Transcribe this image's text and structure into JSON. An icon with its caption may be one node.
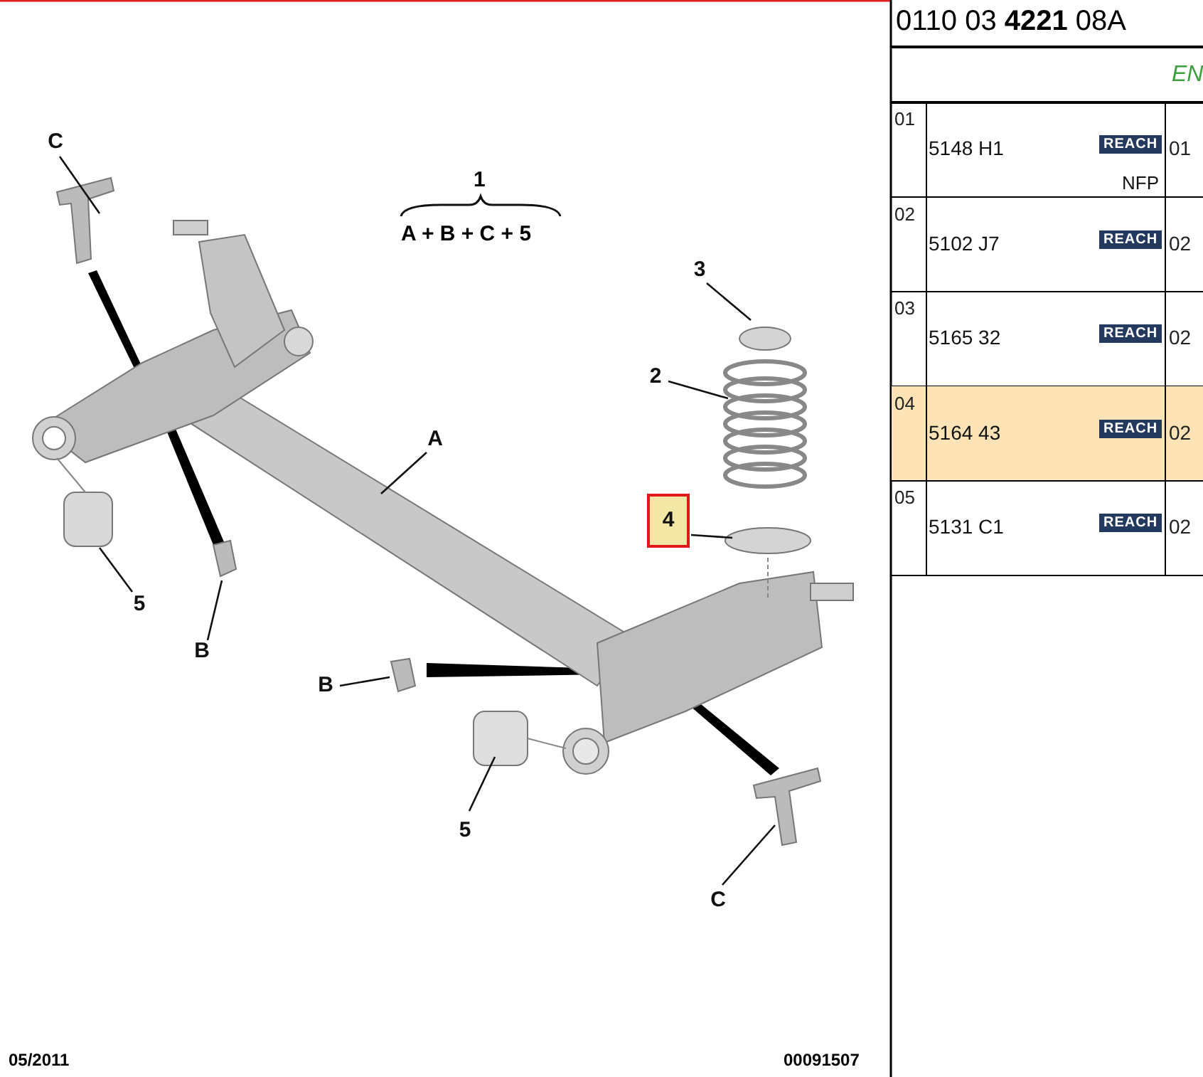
{
  "diagram": {
    "nodes": [
      {
        "text": [
          "C"
        ]
      },
      {
        "text": [
          "3"
        ]
      },
      {
        "text": [
          "2"
        ]
      },
      {
        "text": [
          "4"
        ]
      },
      {
        "text": [
          "A"
        ]
      },
      {
        "text": [
          "5"
        ]
      },
      {
        "text": [
          "B"
        ]
      },
      {
        "text": [
          "B"
        ]
      },
      {
        "text": [
          "5"
        ]
      },
      {
        "text": [
          "C"
        ]
      }
    ],
    "edges": [
      {
        "from": 0,
        "to": null,
        "arrow": "none"
      },
      {
        "from": 1,
        "to": null,
        "arrow": "none"
      },
      {
        "from": 2,
        "to": null,
        "arrow": "none"
      },
      {
        "from": 3,
        "to": null,
        "arrow": "none"
      },
      {
        "from": 4,
        "to": null,
        "arrow": "none"
      },
      {
        "from": 5,
        "to": null,
        "arrow": "none"
      },
      {
        "from": 6,
        "to": null,
        "arrow": "none"
      },
      {
        "from": 7,
        "to": null,
        "arrow": "none"
      },
      {
        "from": 8,
        "to": null,
        "arrow": "none"
      },
      {
        "from": 9,
        "to": null,
        "arrow": "none"
      }
    ],
    "labels": [
      "1",
      "A + B + C + 5",
      "0110 03 **4221** 08A",
      "EN",
      "01",
      "5148 H1",
      "REACH",
      "01",
      "NFP",
      "02",
      "5102 J7",
      "REACH",
      "02",
      "03",
      "5165 32",
      "REACH",
      "02",
      "04",
      "5164 43",
      "REACH",
      "02",
      "05",
      "5131 C1",
      "REACH",
      "02",
      "05/2011",
      "00091507"
    ]
  }
}
